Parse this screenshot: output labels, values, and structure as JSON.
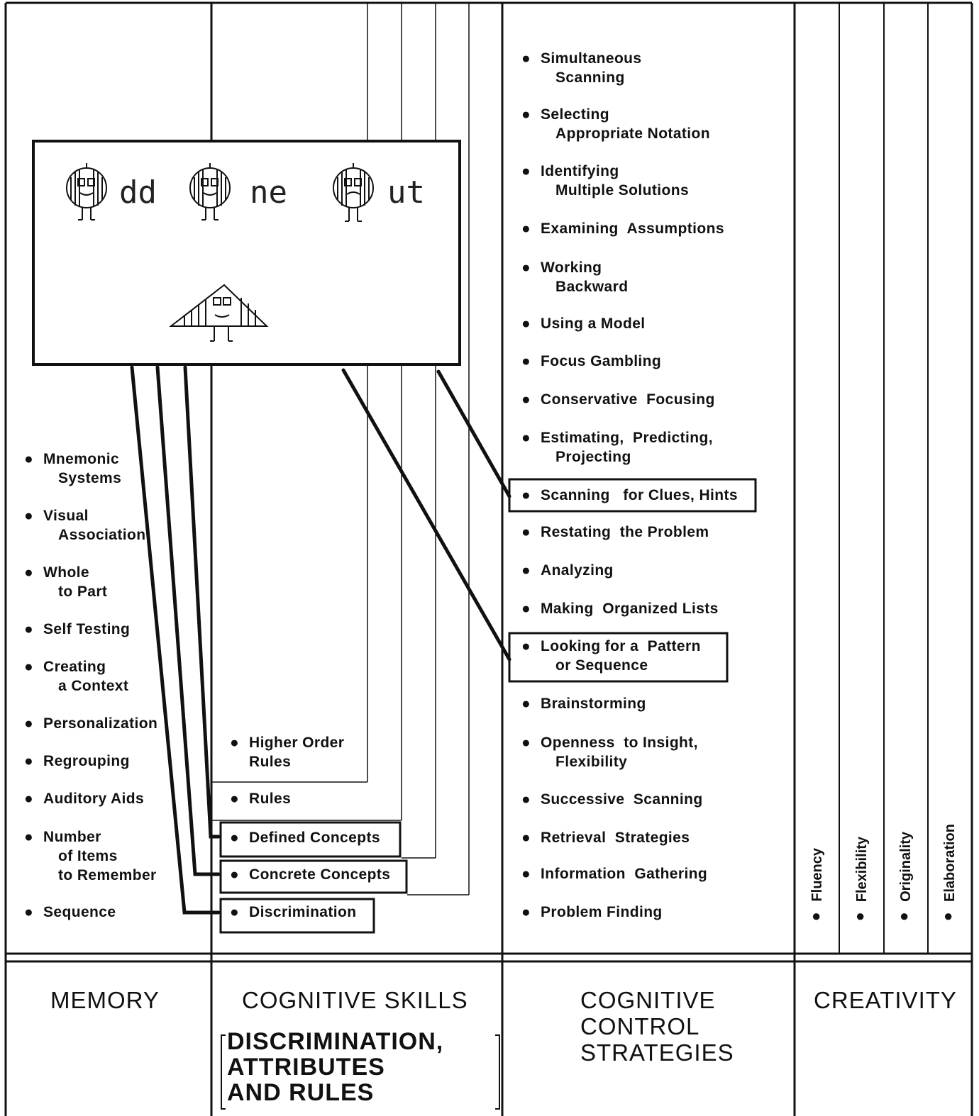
{
  "columns": {
    "memory": {
      "header": "MEMORY",
      "items": [
        {
          "line1": "Mnemonic",
          "line2": "Systems"
        },
        {
          "line1": "Visual",
          "line2": "Association"
        },
        {
          "line1": "Whole",
          "line2": "to Part"
        },
        {
          "line1": "Self Testing",
          "line2": ""
        },
        {
          "line1": "Creating",
          "line2": "a Context"
        },
        {
          "line1": "Personalization",
          "line2": ""
        },
        {
          "line1": "Regrouping",
          "line2": ""
        },
        {
          "line1": "Auditory Aids",
          "line2": ""
        },
        {
          "line1": "Number",
          "line2": "of Items",
          "line3": "to Remember"
        },
        {
          "line1": "Sequence",
          "line2": ""
        }
      ]
    },
    "cognitive_skills": {
      "header": "COGNITIVE SKILLS",
      "subheader_lines": [
        "DISCRIMINATION,",
        "ATTRIBUTES",
        "AND RULES"
      ],
      "items": [
        {
          "line1": "Higher Order",
          "line2": "Rules"
        },
        {
          "line1": "Rules",
          "line2": ""
        },
        {
          "line1": "Defined Concepts",
          "line2": "",
          "boxed": true
        },
        {
          "line1": "Concrete Concepts",
          "line2": "",
          "boxed": true
        },
        {
          "line1": "Discrimination",
          "line2": "",
          "boxed": true
        }
      ]
    },
    "control_strategies": {
      "header_lines": [
        "COGNITIVE",
        "CONTROL",
        "STRATEGIES"
      ],
      "items": [
        {
          "line1": "Simultaneous",
          "line2": "Scanning"
        },
        {
          "line1": "Selecting",
          "line2": "Appropriate Notation"
        },
        {
          "line1": "Identifying",
          "line2": "Multiple Solutions"
        },
        {
          "line1": "Examining  Assumptions",
          "line2": ""
        },
        {
          "line1": "Working",
          "line2": "Backward"
        },
        {
          "line1": "Using a Model",
          "line2": ""
        },
        {
          "line1": "Focus Gambling",
          "line2": ""
        },
        {
          "line1": "Conservative  Focusing",
          "line2": ""
        },
        {
          "line1": "Estimating,  Predicting,",
          "line2": "Projecting"
        },
        {
          "line1": "Scanning   for Clues, Hints",
          "line2": "",
          "boxed": true
        },
        {
          "line1": "Restating  the Problem",
          "line2": ""
        },
        {
          "line1": "Analyzing",
          "line2": ""
        },
        {
          "line1": "Making  Organized Lists",
          "line2": ""
        },
        {
          "line1": "Looking for a  Pattern",
          "line2": "or Sequence",
          "boxed": true
        },
        {
          "line1": "Brainstorming",
          "line2": ""
        },
        {
          "line1": "Openness  to Insight,",
          "line2": "Flexibility"
        },
        {
          "line1": "Successive  Scanning",
          "line2": ""
        },
        {
          "line1": "Retrieval  Strategies",
          "line2": ""
        },
        {
          "line1": "Information  Gathering",
          "line2": ""
        },
        {
          "line1": "Problem Finding",
          "line2": ""
        }
      ]
    },
    "creativity": {
      "header": "CREATIVITY",
      "items": [
        "Fluency",
        "Flexibility",
        "Originality",
        "Elaboration"
      ]
    }
  },
  "program_box": {
    "title_parts": [
      "dd",
      "ne",
      "ut"
    ]
  },
  "bullet": "●"
}
